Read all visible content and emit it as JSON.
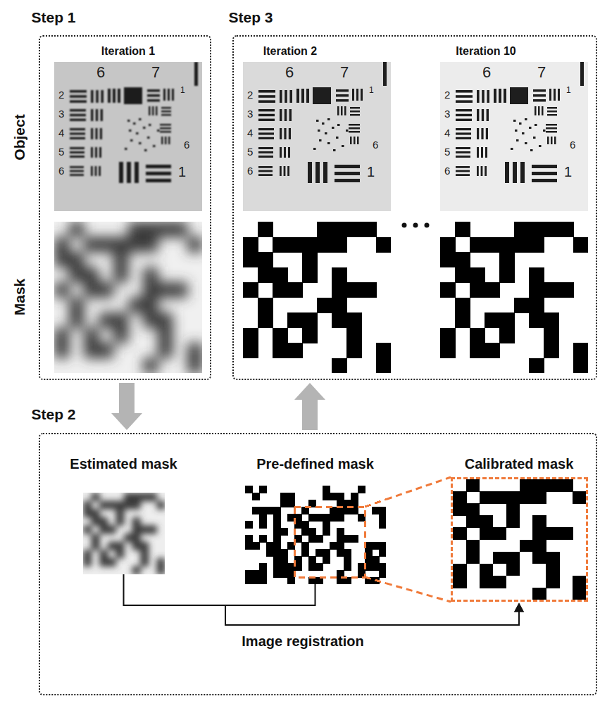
{
  "diagram": {
    "nodes": [
      {
        "text": [
          "Step 1"
        ]
      },
      {
        "text": [
          "Step 3"
        ]
      },
      {
        "text": [
          "Step 2"
        ]
      },
      {
        "text": [
          "Estimated mask"
        ],
        "in": 2
      },
      {
        "text": [
          "Pre-defined mask"
        ],
        "in": 2
      },
      {
        "text": [
          "Calibrated mask"
        ],
        "in": 2
      }
    ],
    "edges": [
      {
        "from": 0,
        "to": 2,
        "arrow": "to"
      },
      {
        "from": 2,
        "to": 1,
        "arrow": "to"
      },
      {
        "from": 3,
        "to": 5,
        "arrow": "to",
        "label": "Image registration"
      },
      {
        "from": 4,
        "to": 5,
        "arrow": "to"
      }
    ],
    "labels": [
      "Iteration 1",
      "Iteration 2",
      "Iteration 10",
      "Object",
      "Mask",
      "6",
      "7",
      "2",
      "3",
      "4",
      "5",
      "6",
      "1",
      "6",
      "1",
      "6",
      "7",
      "2",
      "3",
      "4",
      "5",
      "6",
      "1",
      "6",
      "1",
      "6",
      "7",
      "2",
      "3",
      "4",
      "5",
      "6",
      "1",
      "6",
      "1"
    ]
  }
}
